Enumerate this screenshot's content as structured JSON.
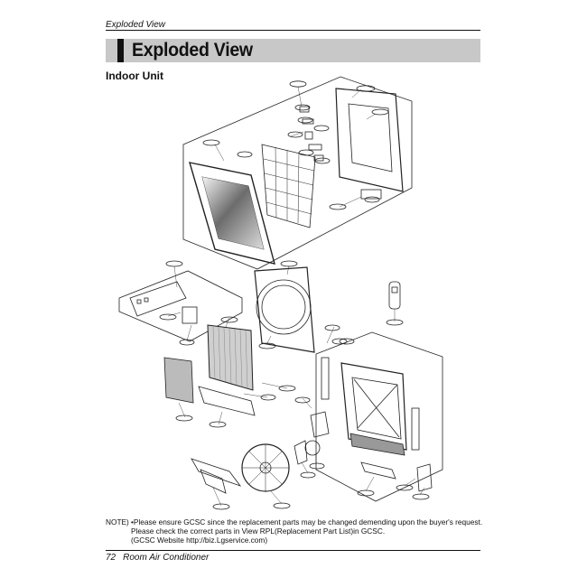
{
  "header": {
    "running_title": "Exploded View",
    "title": "Exploded View",
    "section": "Indoor Unit"
  },
  "diagram": {
    "callouts": [
      "",
      "",
      "",
      "",
      "",
      "",
      "",
      "",
      "",
      "",
      "",
      "",
      "",
      "",
      "",
      "",
      "",
      "",
      "",
      "",
      "",
      "",
      "",
      "",
      "",
      "",
      "",
      "",
      "",
      "",
      "",
      "",
      "",
      "",
      ""
    ]
  },
  "note": {
    "label": "NOTE)",
    "line1": "•Please ensure GCSC since the replacement parts may be changed demending upon the buyer's request.",
    "line2": "Please check the correct parts in View RPL(Replacement Part List)in GCSC.",
    "line3": "(GCSC Website http://biz.Lgservice.com)"
  },
  "footer": {
    "page_number": "72",
    "manual_title": "Room Air Conditioner"
  },
  "colors": {
    "title_bar": "#c8c8c8",
    "ink": "#111111"
  }
}
